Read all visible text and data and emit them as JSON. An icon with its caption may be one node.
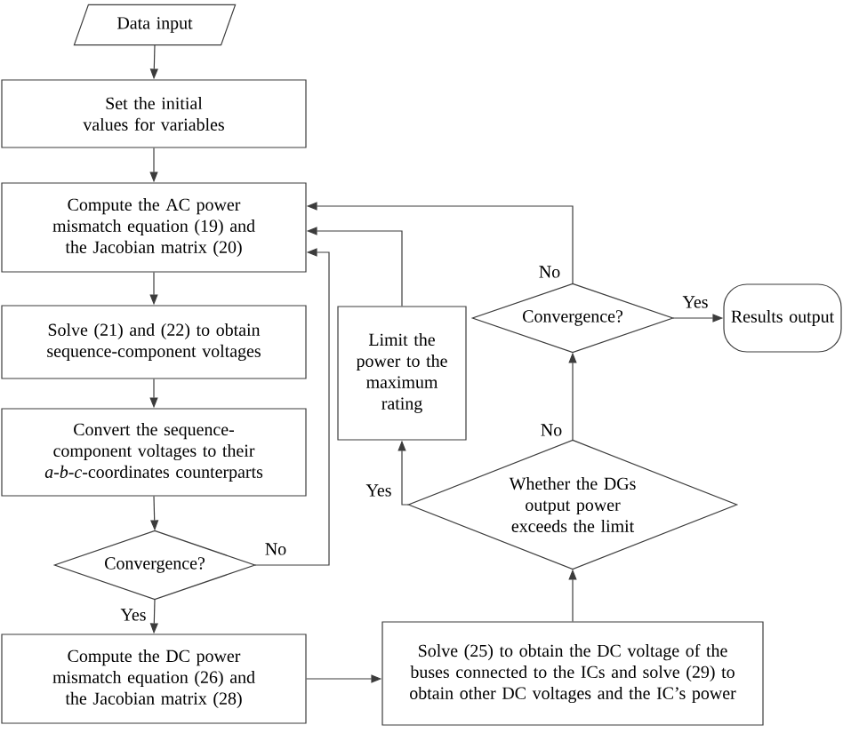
{
  "diagram": {
    "nodes": [
      {
        "text": [
          "Data input"
        ]
      },
      {
        "text": [
          "Set the initial values for variables"
        ]
      },
      {
        "text": [
          "Compute the AC power mismatch equation (19) and the Jacobian matrix (20)"
        ]
      },
      {
        "text": [
          "Solve (21) and (22) to obtain sequence-component voltages"
        ]
      },
      {
        "text": [
          "Convert the sequence-component voltages to their *a*-*b*-*c*-coordinates counterparts"
        ]
      },
      {
        "text": [
          "Convergence?"
        ]
      },
      {
        "text": [
          "Compute the DC power mismatch equation (26) and the Jacobian matrix (28)"
        ]
      },
      {
        "text": [
          "Limit the power to the maximum rating"
        ]
      },
      {
        "text": [
          "Convergence?"
        ]
      },
      {
        "text": [
          "Results output"
        ]
      },
      {
        "text": [
          "Whether the DGs output power exceeds the limit"
        ]
      },
      {
        "text": [
          "Solve (25) to obtain the DC voltage of the buses connected to the ICs and solve (29) to obtain other DC voltages and the IC’s power"
        ]
      }
    ],
    "edges": [
      {
        "from": 0,
        "to": 1,
        "arrow": "to"
      },
      {
        "from": 1,
        "to": 2,
        "arrow": "to"
      },
      {
        "from": 2,
        "to": 3,
        "arrow": "to"
      },
      {
        "from": 3,
        "to": 4,
        "arrow": "to"
      },
      {
        "from": 4,
        "to": 5,
        "arrow": "to"
      },
      {
        "from": 5,
        "to": 6,
        "arrow": "to",
        "label": "Yes"
      },
      {
        "from": 5,
        "to": 2,
        "arrow": "to",
        "label": "No"
      },
      {
        "from": 6,
        "to": 11,
        "arrow": "to"
      },
      {
        "from": 11,
        "to": 10,
        "arrow": "to"
      },
      {
        "from": 10,
        "to": 7,
        "arrow": "to",
        "label": "Yes"
      },
      {
        "from": 10,
        "to": 8,
        "arrow": "to",
        "label": "No"
      },
      {
        "from": 8,
        "to": 9,
        "arrow": "to",
        "label": "Yes"
      },
      {
        "from": 8,
        "to": 2,
        "arrow": "to",
        "label": "No"
      },
      {
        "from": 7,
        "to": 2,
        "arrow": "to"
      }
    ]
  }
}
